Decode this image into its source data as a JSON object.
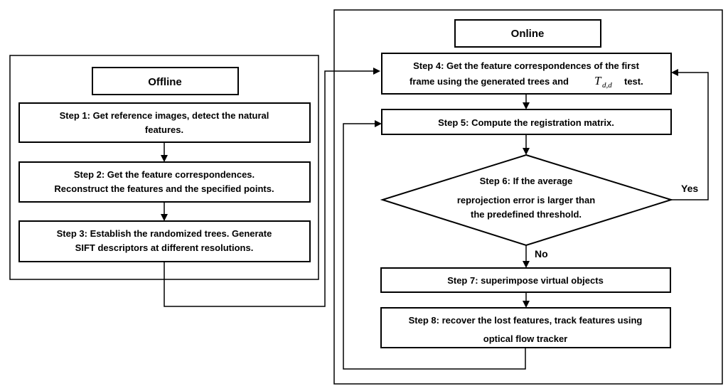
{
  "offline": {
    "title": "Offline",
    "step1": {
      "line1": "Step 1: Get reference images, detect the natural",
      "line2": "features."
    },
    "step2": {
      "line1": "Step 2: Get the feature correspondences.",
      "line2": "Reconstruct the features and the specified points."
    },
    "step3": {
      "line1": "Step 3: Establish the randomized trees. Generate",
      "line2": "SIFT descriptors at different resolutions."
    }
  },
  "online": {
    "title": "Online",
    "step4": {
      "line1": "Step 4: Get the feature correspondences of the first",
      "line2_pre": "frame using the generated trees and",
      "math_main": "T",
      "math_sub": "d,d",
      "line2_post": "test."
    },
    "step5": {
      "line1": "Step 5: Compute the registration matrix."
    },
    "step6": {
      "line1": "Step 6: If the average",
      "line2": "reprojection error is larger than",
      "line3": "the predefined threshold."
    },
    "step7": {
      "line1": "Step 7: superimpose virtual objects"
    },
    "step8": {
      "line1": "Step 8: recover the lost features, track features using",
      "line2": "optical flow tracker"
    }
  },
  "labels": {
    "yes": "Yes",
    "no": "No"
  }
}
